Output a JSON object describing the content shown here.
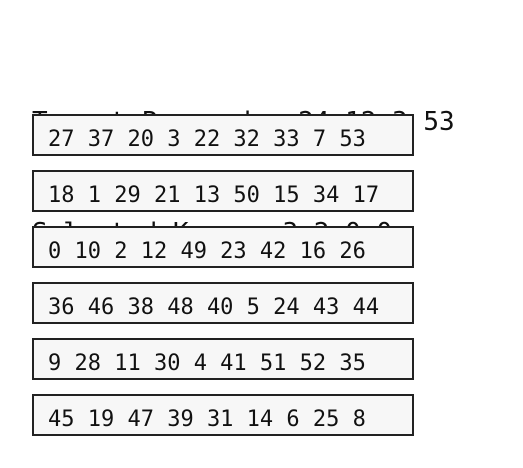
{
  "header": {
    "target_label": "Target Passcode:",
    "target_code": "24 12 3 53",
    "selected_label": "Selected Keys:",
    "selected_keys": "3 2 0 0"
  },
  "rows": [
    "27 37 20 3 22 32 33 7 53",
    "18 1 29 21 13 50 15 34 17",
    "0 10 2 12 49 23 42 16 26",
    "36 46 38 48 40 5 24 43 44",
    "9 28 11 30 4 41 51 52 35",
    "45 19 47 39 31 14 6 25 8"
  ]
}
